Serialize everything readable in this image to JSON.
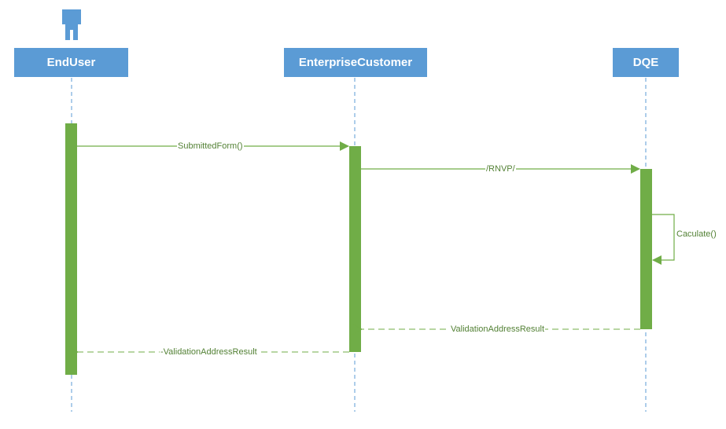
{
  "colors": {
    "lifeline_box": "#5b9bd5",
    "lifeline_text": "#ffffff",
    "activation": "#70ad47",
    "message": "#70ad47",
    "message_text": "#538135"
  },
  "actor": {
    "icon": "user-figure-icon"
  },
  "lifelines": [
    {
      "label": "EndUser"
    },
    {
      "label": "EnterpriseCustomer"
    },
    {
      "label": "DQE"
    }
  ],
  "messages": [
    {
      "label": "SubmittedForm()",
      "style": "solid",
      "from": "EndUser",
      "to": "EnterpriseCustomer"
    },
    {
      "label": "/RNVP/",
      "style": "solid",
      "from": "EnterpriseCustomer",
      "to": "DQE"
    },
    {
      "label": "Caculate()",
      "style": "self",
      "from": "DQE",
      "to": "DQE"
    },
    {
      "label": "ValidationAddressResult",
      "style": "dashed-return",
      "from": "DQE",
      "to": "EnterpriseCustomer"
    },
    {
      "label": "-ValidationAddressResult",
      "style": "dashed-return",
      "from": "EnterpriseCustomer",
      "to": "EndUser"
    }
  ]
}
